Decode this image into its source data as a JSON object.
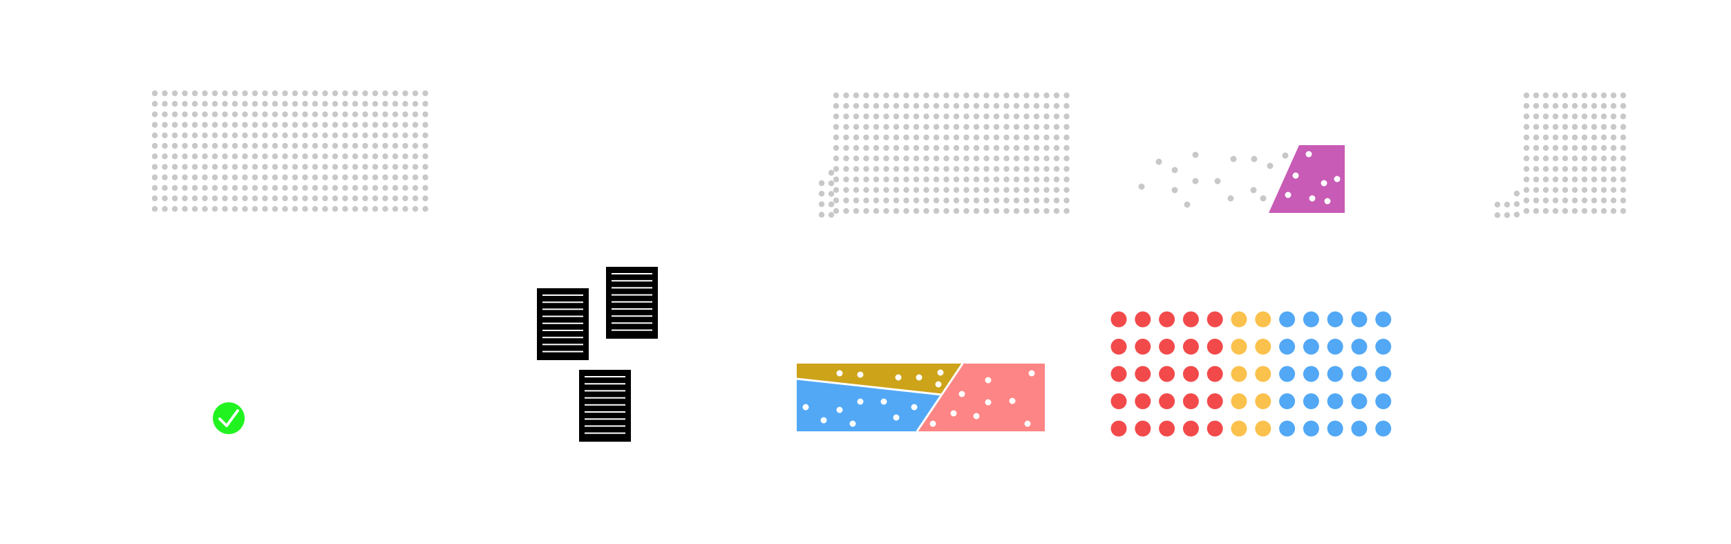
{
  "colors": {
    "background": "#ffffff",
    "gray_dot": "#c8c8c8",
    "magenta": "#c75bb5",
    "gold": "#cda31a",
    "blue": "#52a8f5",
    "salmon": "#fd8585",
    "red": "#f24a4b",
    "yellow": "#fbc14d",
    "check_green": "#21f321",
    "document": "#000000",
    "document_lines": "#ffffff",
    "white_dot": "#ffffff"
  },
  "icons": {
    "check": "check-circle-icon",
    "document": "document-icon"
  },
  "color_groups": [
    {
      "color": "red",
      "columns": 5
    },
    {
      "color": "yellow",
      "columns": 2
    },
    {
      "color": "blue",
      "columns": 5
    }
  ],
  "color_grid_rows": 5
}
